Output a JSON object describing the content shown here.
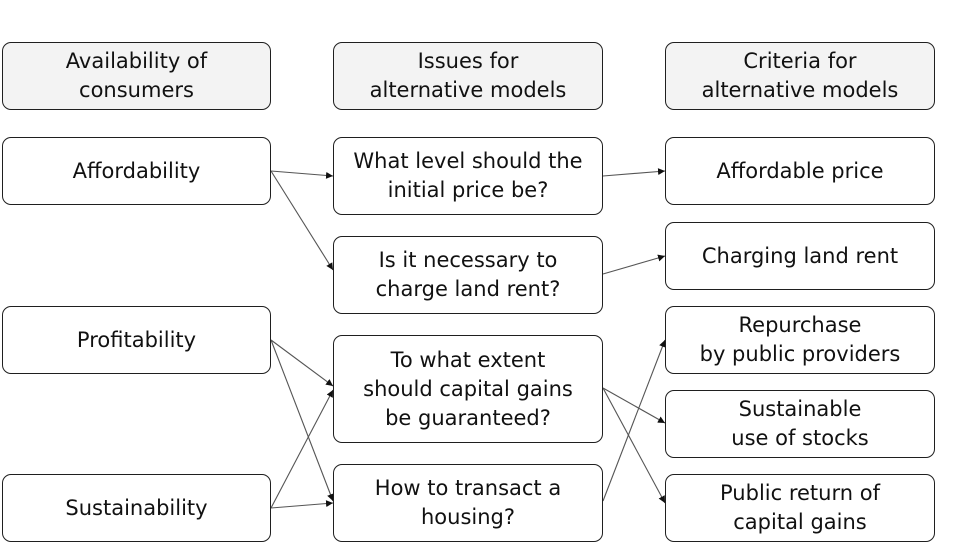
{
  "headers": {
    "availability": "Availability of\nconsumers",
    "issues": "Issues for\nalternative models",
    "criteria": "Criteria for\nalternative models"
  },
  "availability": {
    "affordability": "Affordability",
    "profitability": "Profitability",
    "sustainability": "Sustainability"
  },
  "issues": {
    "initial_price": "What level should the\ninitial price be?",
    "land_rent": "Is it necessary to\ncharge land rent?",
    "capital_gains": "To what extent\nshould capital gains\nbe guaranteed?",
    "transact": "How to transact a\nhousing?"
  },
  "criteria": {
    "affordable_price": "Affordable price",
    "charging_land_rent": "Charging land rent",
    "repurchase": "Repurchase\nby public providers",
    "sustainable_stocks": "Sustainable\nuse of stocks",
    "public_return": "Public return of\ncapital gains"
  },
  "colors": {
    "line": "#555555",
    "border": "#1f1f1f",
    "header_fill": "#f3f3f3"
  }
}
